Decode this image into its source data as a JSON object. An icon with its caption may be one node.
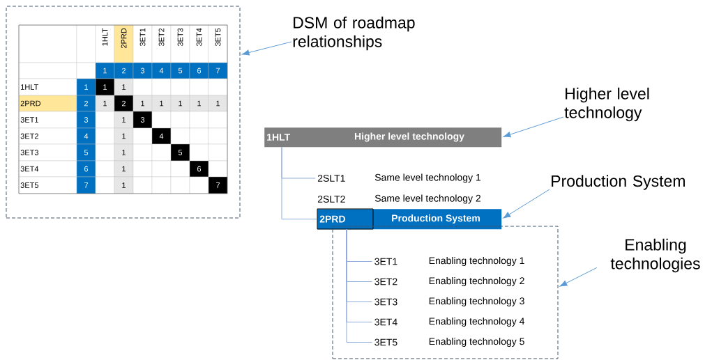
{
  "diagram": {
    "nodes": [
      {
        "text": [],
        "shape": "box"
      },
      {
        "text": [
          "DSM of roadmap relationships"
        ]
      },
      {
        "text": [
          "1HLT",
          "Higher level technology"
        ]
      },
      {
        "text": [
          "Higher level technology"
        ]
      },
      {
        "text": [
          "2SLT1",
          "Same level technology 1"
        ]
      },
      {
        "text": [
          "2SLT2",
          "Same level technology 2"
        ]
      },
      {
        "text": [
          "2PRD",
          "Production System"
        ]
      },
      {
        "text": [
          "Production System"
        ]
      },
      {
        "text": [],
        "shape": "box"
      },
      {
        "text": [
          "3ET1",
          "Enabling technology 1"
        ],
        "in": 8
      },
      {
        "text": [
          "3ET2",
          "Enabling technology 2"
        ],
        "in": 8
      },
      {
        "text": [
          "3ET3",
          "Enabling technology 3"
        ],
        "in": 8
      },
      {
        "text": [
          "3ET4",
          "Enabling technology 4"
        ],
        "in": 8
      },
      {
        "text": [
          "3ET5",
          "Enabling technology 5"
        ],
        "in": 8
      },
      {
        "text": [
          "Enabling technologies"
        ]
      }
    ],
    "edges": [
      {
        "from": 1,
        "to": 0,
        "arrow": "to"
      },
      {
        "from": 3,
        "to": 2,
        "arrow": "to"
      },
      {
        "from": 2,
        "to": 4,
        "arrow": "none"
      },
      {
        "from": 2,
        "to": 6,
        "arrow": "none"
      },
      {
        "from": 7,
        "to": 6,
        "arrow": "to"
      },
      {
        "from": 6,
        "to": 9,
        "arrow": "none"
      },
      {
        "from": 6,
        "to": 10,
        "arrow": "none"
      },
      {
        "from": 6,
        "to": 11,
        "arrow": "none"
      },
      {
        "from": 6,
        "to": 12,
        "arrow": "none"
      },
      {
        "from": 6,
        "to": 13,
        "arrow": "none"
      },
      {
        "from": 14,
        "to": 8,
        "arrow": "to"
      }
    ],
    "labels": [
      "1HLT",
      "2PRD",
      "3ET1",
      "3ET2",
      "3ET3",
      "3ET4",
      "3ET5",
      "1",
      "2",
      "3",
      "4",
      "5",
      "6",
      "7",
      "1HLT",
      "1",
      "1",
      "1",
      "2PRD",
      "2",
      "1",
      "2",
      "1",
      "1",
      "1",
      "1",
      "1",
      "3ET1",
      "3",
      "1",
      "3",
      "3ET2",
      "4",
      "1",
      "4",
      "3ET3",
      "5",
      "1",
      "5",
      "3ET4",
      "6",
      "1",
      "6",
      "3ET5",
      "7",
      "1",
      "7"
    ]
  }
}
